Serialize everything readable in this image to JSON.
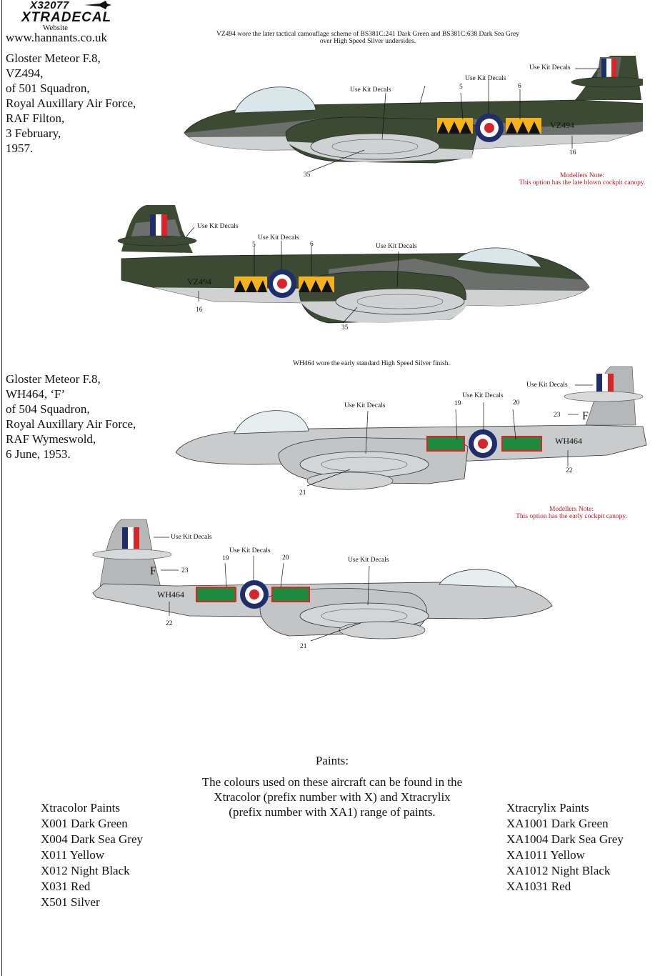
{
  "header": {
    "code": "X32077",
    "brand": "XTRADECAL",
    "website_label": "Website",
    "website_url": "www.hannants.co.uk"
  },
  "aircraft": [
    {
      "lines": [
        "Gloster Meteor F.8,",
        "VZ494,",
        "of 501 Squadron,",
        "Royal Auxillary Air Force,",
        "RAF Filton,",
        "3 February,",
        "1957."
      ],
      "scheme_note": [
        "VZ494 wore the later tactical camouflage scheme of BS381C:241 Dark Green and BS381C:638 Dark Sea Grey",
        "over High Speed Silver undersides."
      ],
      "modellers_note": [
        "Modellers Note:",
        "This option has the late blown cockpit canopy."
      ],
      "serial": "VZ494",
      "callouts": {
        "kit": "Use Kit Decals",
        "a": "5",
        "b": "6",
        "c": "16",
        "d": "35"
      },
      "colors": {
        "dark_green": "#3d4a33",
        "dark_sea_grey": "#6c6f6c",
        "silver": "#cfd1d2",
        "yellow": "#f3b21e",
        "roundel_blue": "#1f2d6b",
        "roundel_red": "#d6262a"
      }
    },
    {
      "lines": [
        "Gloster Meteor F.8,",
        "WH464, ‘F’",
        "of 504 Squadron,",
        "Royal Auxillary Air Force,",
        "RAF Wymeswold,",
        "6 June, 1953."
      ],
      "scheme_note": [
        "WH464 wore the early standard High Speed Silver finish."
      ],
      "modellers_note": [
        "Modellers Note:",
        "This option has the early cockpit canopy."
      ],
      "serial": "WH464",
      "code_letter": "F",
      "callouts": {
        "kit": "Use Kit Decals",
        "a": "19",
        "b": "20",
        "c": "22",
        "d": "21",
        "e": "23"
      },
      "colors": {
        "silver": "#c9cbcc",
        "bar_green": "#1f8a3c",
        "bar_red": "#d6262a"
      }
    }
  ],
  "paints": {
    "title": "Paints:",
    "intro": [
      "The colours used on these aircraft can be found in the",
      "Xtracolor (prefix number with X) and Xtracrylix",
      "(prefix number with XA1) range of paints."
    ],
    "xtracolor": {
      "title": "Xtracolor Paints",
      "items": [
        "X001 Dark Green",
        "X004 Dark Sea Grey",
        "X011 Yellow",
        "X012 Night Black",
        "X031 Red",
        "X501 Silver"
      ]
    },
    "xtracrylix": {
      "title": "Xtracrylix Paints",
      "items": [
        "XA1001 Dark Green",
        "XA1004 Dark Sea Grey",
        "XA1011 Yellow",
        "XA1012 Night Black",
        "XA1031 Red"
      ]
    }
  }
}
